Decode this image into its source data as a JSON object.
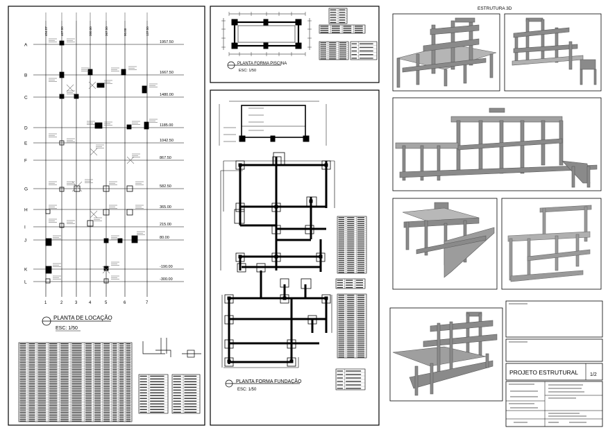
{
  "sheet": {
    "title_3d": "ESTRUTURA 3D",
    "project_title": "PROJETO ESTRUTURAL",
    "sheet_number": "1/2"
  },
  "locacao": {
    "title": "PLANTA DE LOCAÇÃO",
    "scale": "ESC: 1/50",
    "col_dims": [
      "454.57",
      "467.50",
      "",
      "380.00",
      "367.50",
      "90.00",
      "137.50"
    ],
    "rows": [
      {
        "letter": "A",
        "dim": "1957.50"
      },
      {
        "letter": "B",
        "dim": "1667.50"
      },
      {
        "letter": "C",
        "dim": "1480.00"
      },
      {
        "letter": "D",
        "dim": "1185.00"
      },
      {
        "letter": "E",
        "dim": "1042.50"
      },
      {
        "letter": "F",
        "dim": "867.50"
      },
      {
        "letter": "G",
        "dim": "582.50"
      },
      {
        "letter": "H",
        "dim": "365.00"
      },
      {
        "letter": "I",
        "dim": "215.00"
      },
      {
        "letter": "J",
        "dim": "80.00"
      },
      {
        "letter": "K",
        "dim": "-190.00"
      },
      {
        "letter": "L",
        "dim": "-300.00"
      }
    ],
    "cols": [
      "1",
      "2",
      "3",
      "4",
      "5",
      "6",
      "7"
    ]
  },
  "piscina": {
    "title": "PLANTA FORMA PISCINA",
    "scale": "ESC: 1/50"
  },
  "fundacao": {
    "title": "PLANTA FORMA FUNDAÇÃO",
    "scale": "ESC: 1/50"
  }
}
